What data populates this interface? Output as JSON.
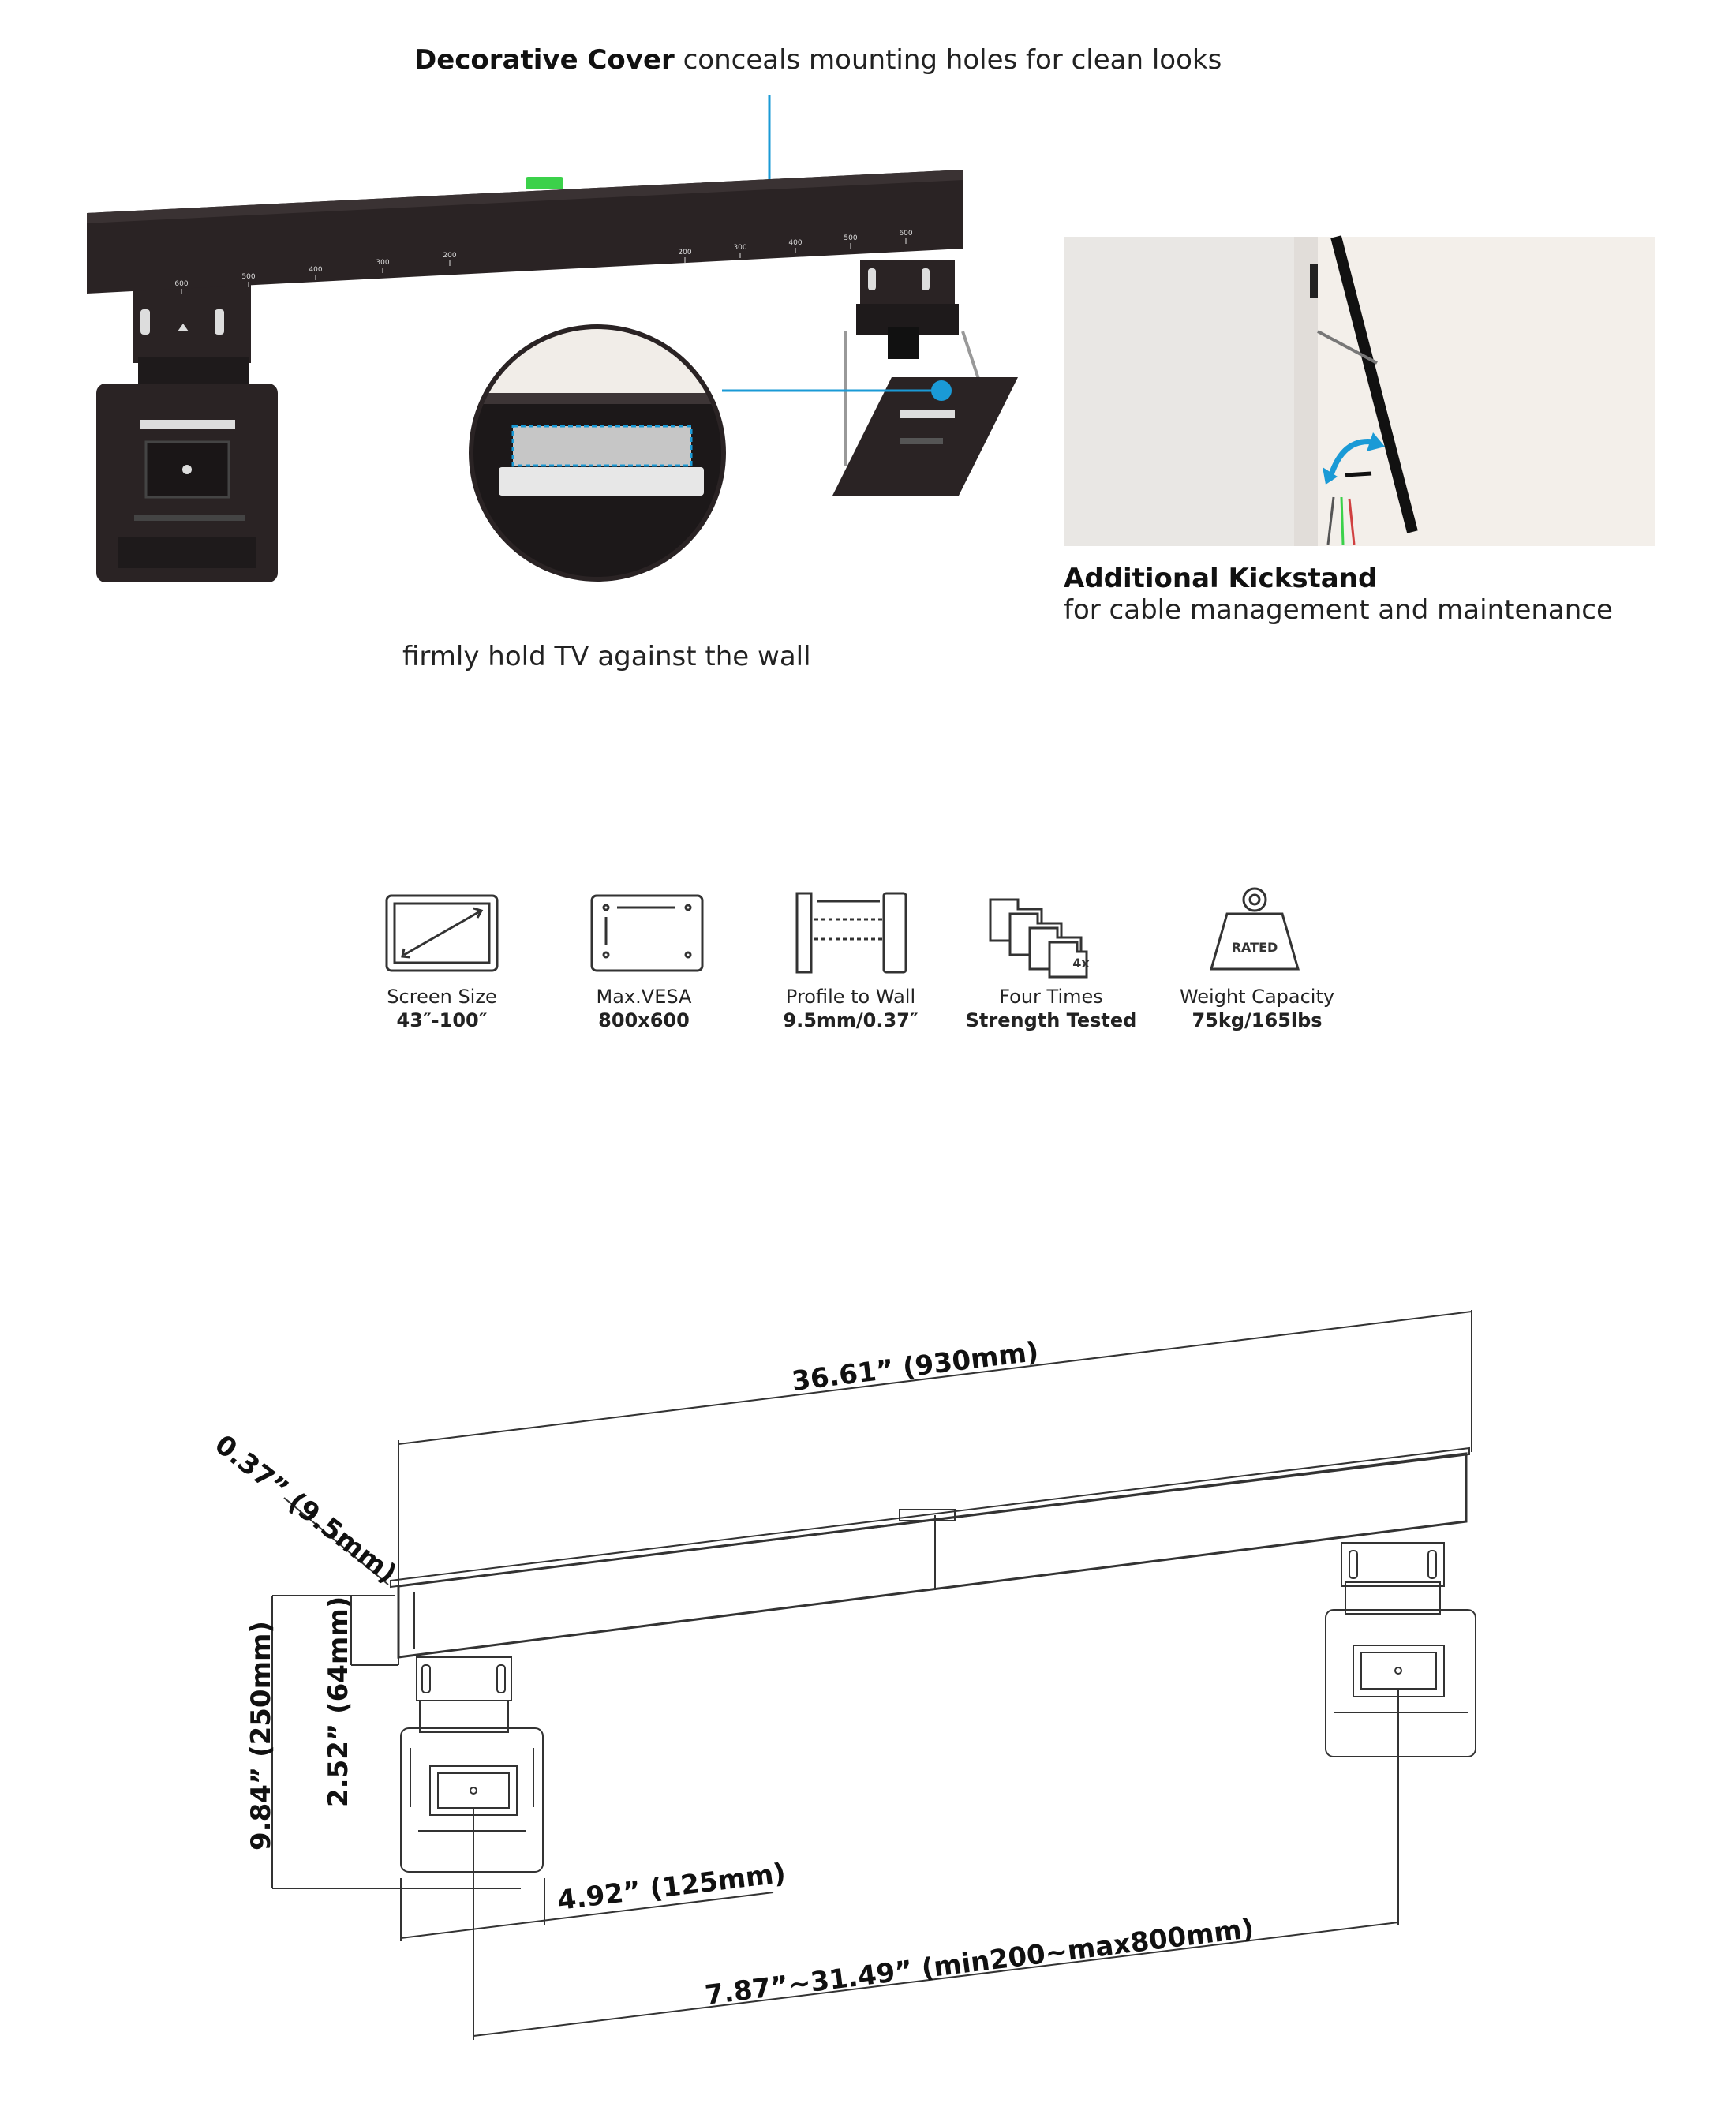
{
  "top": {
    "cover_title": "Decorative Cover",
    "cover_text": "conceals mounting holes for clean looks",
    "hold_text": "firmly hold TV against the wall",
    "kickstand_title": "Additional Kickstand",
    "kickstand_text": "for cable management and maintenance",
    "scale_left": [
      "600",
      "500",
      "400",
      "300",
      "200"
    ],
    "scale_right": [
      "200",
      "300",
      "400",
      "500",
      "600"
    ]
  },
  "features": [
    {
      "icon": "screen-size-icon",
      "label": "Screen Size",
      "value": "43″-100″"
    },
    {
      "icon": "vesa-icon",
      "label": "Max.VESA",
      "value": "800x600"
    },
    {
      "icon": "profile-icon",
      "label": "Profile to Wall",
      "value": "9.5mm/0.37″"
    },
    {
      "icon": "strength-icon",
      "label": "Four Times",
      "value": "Strength Tested",
      "badge": "4x"
    },
    {
      "icon": "weight-icon",
      "label": "Weight Capacity",
      "value": "75kg/165lbs",
      "badge": "RATED"
    }
  ],
  "dimensions": {
    "width": "36.61” (930mm)",
    "depth": "0.37” (9.5mm)",
    "height_total": "9.84” (250mm)",
    "height_bar": "2.52” (64mm)",
    "bracket_width": "4.92” (125mm)",
    "spacing": "7.87”~31.49” (min200~max800mm)"
  },
  "colors": {
    "accent": "#1a9ad6",
    "mount": "#2a2324",
    "level": "#3bd14a"
  }
}
